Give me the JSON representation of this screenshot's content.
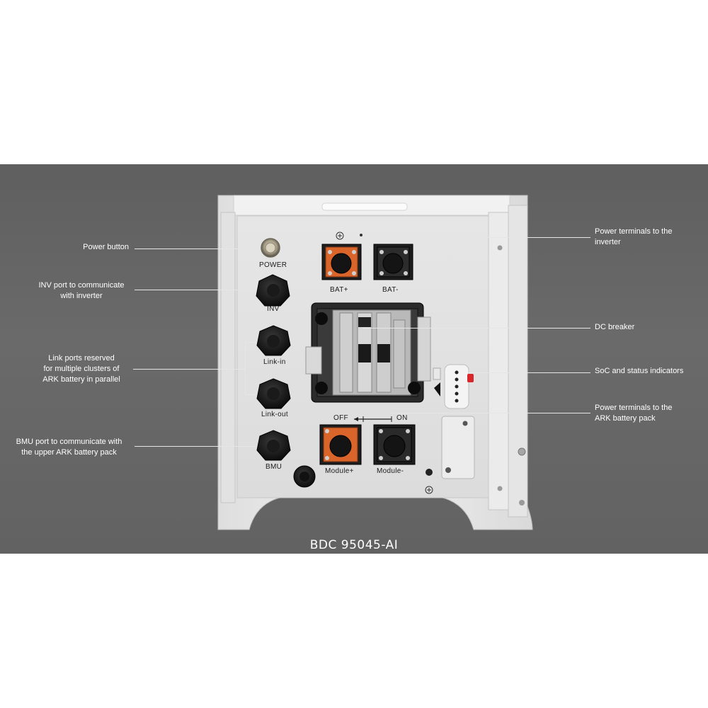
{
  "callouts": {
    "power_button": "Power button",
    "inv_port": "INV port to communicate\nwith inverter",
    "link_ports": "Link ports reserved\nfor multiple clusters of\nARK battery in parallel",
    "bmu_port": "BMU port to communicate with\nthe upper ARK battery pack",
    "inverter_terminals": "Power terminals to the\ninverter",
    "dc_breaker": "DC breaker",
    "soc_indicators": "SoC and status indicators",
    "battery_terminals": "Power terminals to the\nARK battery pack"
  },
  "panel_labels": {
    "power": "POWER",
    "inv": "INV",
    "link_in": "Link-in",
    "link_out": "Link-out",
    "bmu": "BMU",
    "bat_pos": "BAT+",
    "bat_neg": "BAT-",
    "off": "OFF",
    "on": "ON",
    "module_pos": "Module+",
    "module_neg": "Module-"
  },
  "model": "BDC 95045-AI",
  "colors": {
    "background_band": "#636363",
    "housing": "#ececec",
    "terminal_orange": "#d9652a",
    "status_red": "#d8262a"
  }
}
